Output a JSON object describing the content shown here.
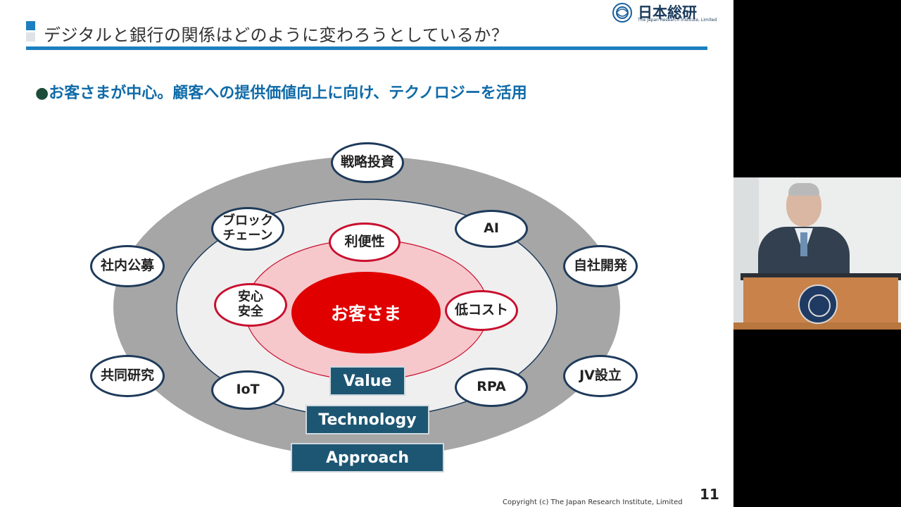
{
  "slide": {
    "title": "デジタルと銀行の関係はどのように変わろうとしているか？",
    "logo_name": "日本総研",
    "logo_subtitle": "The Japan Research Institute, Limited",
    "bullet": "●",
    "subtitle": "お客さまが中心。顧客への提供価値向上に向け、テクノロジーを活用",
    "diagram": {
      "center": "お客さま",
      "value_items": [
        "利便性",
        "安心\n安全",
        "低コスト"
      ],
      "technology_items": [
        "ブロック\nチェーン",
        "AI",
        "IoT",
        "RPA"
      ],
      "approach_items": [
        "戦略投資",
        "社内公募",
        "自社開発",
        "共同研究",
        "JV設立"
      ],
      "layer_labels": {
        "value": "Value",
        "technology": "Technology",
        "approach": "Approach"
      }
    },
    "copyright": "Copyright (c) The Japan Research Institute, Limited",
    "page_number": "11"
  },
  "colors": {
    "accent_blue": "#1c7fbf",
    "subtitle_blue": "#0f6aa8",
    "center_red": "#e00000",
    "layer_box": "#1d5673",
    "outer_ring": "#a6a6a6"
  }
}
